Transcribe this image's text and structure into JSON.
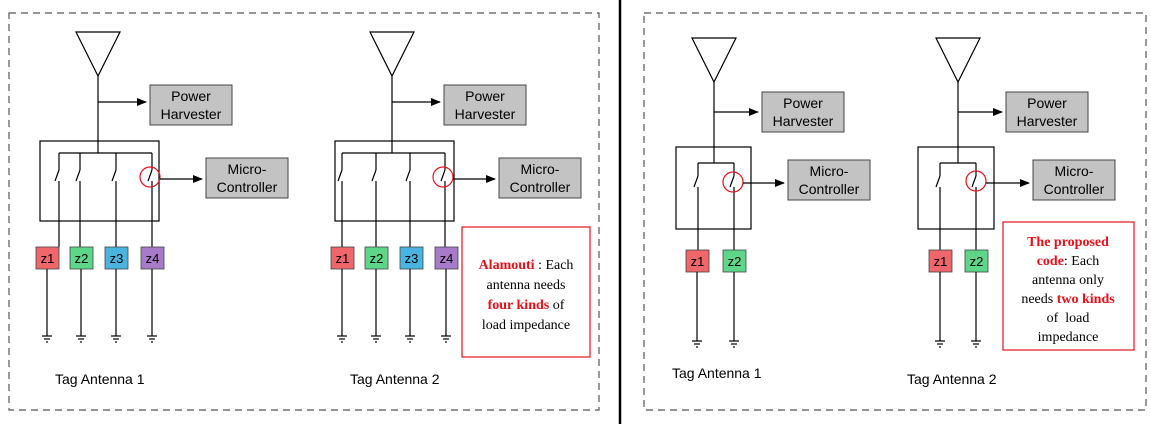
{
  "colors": {
    "z1": "#f0676b",
    "z2": "#5dd68a",
    "z3": "#4ab4e0",
    "z4": "#a77bc9",
    "block_fill": "#c3c3c3",
    "highlight": "#e8101a"
  },
  "left_panel": {
    "antenna1": {
      "caption": "Tag Antenna 1",
      "power_line1": "Power",
      "power_line2": "Harvester",
      "mc_line1": "Micro-",
      "mc_line2": "Controller",
      "loads": [
        "z1",
        "z2",
        "z3",
        "z4"
      ]
    },
    "antenna2": {
      "caption": "Tag Antenna 2",
      "power_line1": "Power",
      "power_line2": "Harvester",
      "mc_line1": "Micro-",
      "mc_line2": "Controller",
      "loads": [
        "z1",
        "z2",
        "z3",
        "z4"
      ]
    },
    "note": {
      "line1_highlight": "Alamouti",
      "line1_rest": " : Each",
      "line2": "antenna needs",
      "line3_highlight": "four kinds",
      "line3_rest": " of",
      "line4": "load impedance"
    }
  },
  "right_panel": {
    "antenna1": {
      "caption": "Tag Antenna 1",
      "power_line1": "Power",
      "power_line2": "Harvester",
      "mc_line1": "Micro-",
      "mc_line2": "Controller",
      "loads": [
        "z1",
        "z2"
      ]
    },
    "antenna2": {
      "caption": "Tag Antenna 2",
      "power_line1": "Power",
      "power_line2": "Harvester",
      "mc_line1": "Micro-",
      "mc_line2": "Controller",
      "loads": [
        "z1",
        "z2"
      ]
    },
    "note": {
      "line1_highlight": "The proposed",
      "line2_highlight": "code",
      "line2_rest": ": Each",
      "line3": "antenna only",
      "line4_rest": "needs ",
      "line4_highlight": "two kinds",
      "line5": "of  load",
      "line6": "impedance"
    }
  }
}
